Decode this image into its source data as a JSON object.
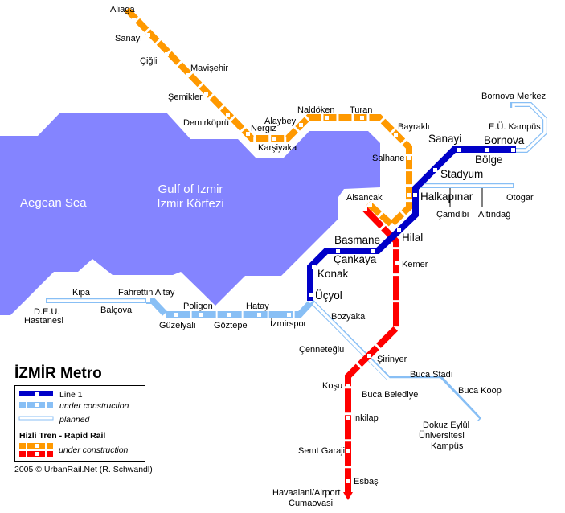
{
  "colors": {
    "sea": "#8484ff",
    "line1": "#0000c8",
    "construction": "#88bff5",
    "orange": "#ff9900",
    "red": "#ff0000"
  },
  "water": {
    "aegean": "Aegean Sea",
    "gulf_en": "Gulf of Izmir",
    "gulf_tr": "Izmir Körfezi"
  },
  "legend": {
    "title": "İZMİR Metro",
    "line1": "Line 1",
    "under_construction": "under construction",
    "planned": "planned",
    "rapid_rail": "Hizli Tren - Rapid Rail",
    "rail_under_construction": "under construction",
    "copyright": "2005 © UrbanRail.Net (R. Schwandl)"
  },
  "orange": [
    "Aliaga",
    "Sanayi",
    "Çiğli",
    "Mavişehir",
    "Şemikler",
    "Demirköprü",
    "Nergiz",
    "Karşiyaka",
    "Alaybey",
    "Naldöken",
    "Turan",
    "Bayraklı",
    "Salhane",
    "Alsancak"
  ],
  "red": [
    "Kemer",
    "Şirinyer",
    "Koşu",
    "İnkilap",
    "Semt Garaji",
    "Esbaş",
    "Havaalani/Airport",
    "Cumaovasi"
  ],
  "line1": [
    "Bornova",
    "Bölge",
    "Sanayi",
    "Stadyum",
    "Halkapınar",
    "Hilal",
    "Basmane",
    "Çankaya",
    "Konak",
    "Üçyol"
  ],
  "construction": [
    "Fahrettin Altay",
    "Güzelyalı",
    "Poligon",
    "Göztepe",
    "Hatay",
    "İzmirspor"
  ],
  "planned": [
    "Kipa",
    "Balçova",
    "D.E.U.",
    "Hastanesi",
    "Bozyaka",
    "Çenneteğlu",
    "Buca  Stadı",
    "Buca Koop",
    "Buca Belediye",
    "Dokuz Eylül",
    "Üniversitesi",
    "Kampüs",
    "Otogar",
    "Çamdibi",
    "Altındağ",
    "Bornova Merkez",
    "E.Ü. Kampüs"
  ]
}
